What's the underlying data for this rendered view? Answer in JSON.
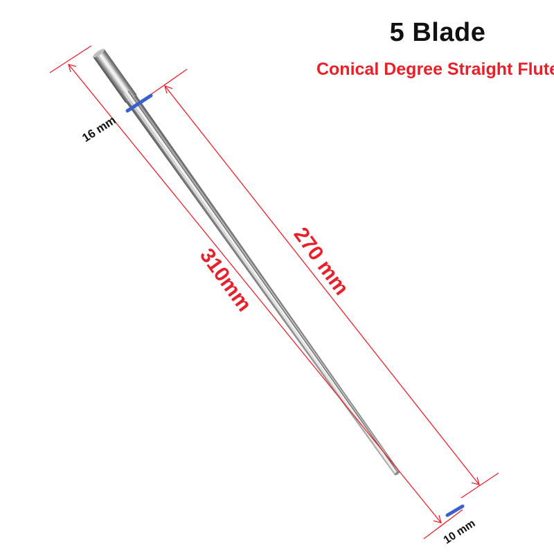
{
  "header": {
    "title": "5  Blade",
    "subtitle": "Conical Degree Straight Flute"
  },
  "dimensions": {
    "overall_length": "310mm",
    "flute_length": "270 mm",
    "shank_diameter": "16 mm",
    "tip_diameter": "10 mm"
  },
  "colors": {
    "title": "#111111",
    "subtitle": "#e8202a",
    "dimension_line": "#e8202a",
    "diameter_marker": "#3a5fd0",
    "tool_steel": "#9a9a9a"
  }
}
